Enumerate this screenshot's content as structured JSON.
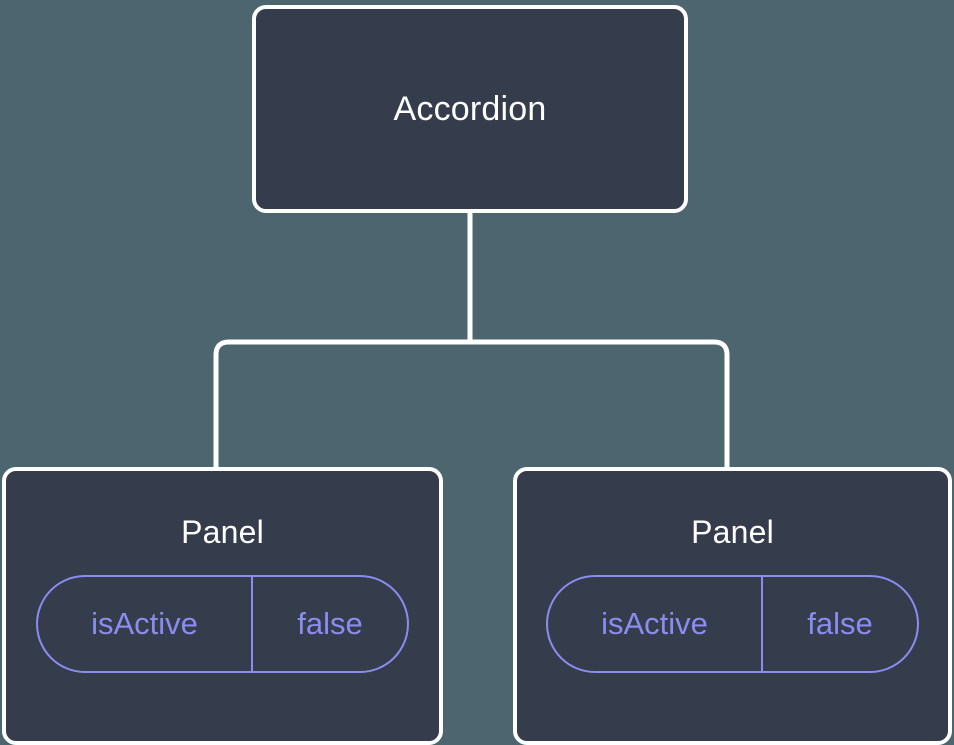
{
  "diagram": {
    "type": "component-tree",
    "background_color": "#4c656e",
    "node_fill_color": "#353c4b",
    "node_border_color": "#ffffff",
    "edge_color": "#ffffff",
    "accent_color": "#8a8cf0",
    "title_color": "#ffffff",
    "root": {
      "label": "Accordion"
    },
    "children": [
      {
        "label": "Panel",
        "prop": {
          "key": "isActive",
          "value": "false"
        }
      },
      {
        "label": "Panel",
        "prop": {
          "key": "isActive",
          "value": "false"
        }
      }
    ]
  }
}
